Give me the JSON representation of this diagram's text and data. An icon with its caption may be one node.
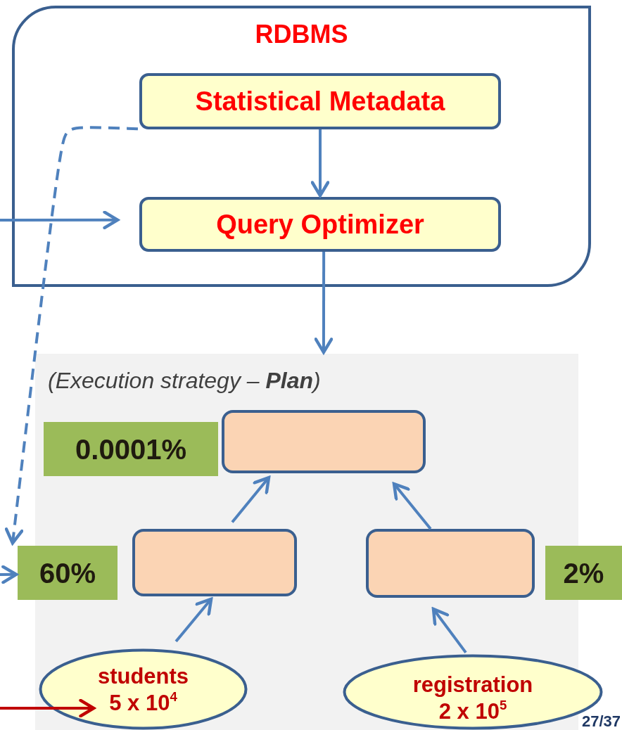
{
  "diagram": {
    "nodes": [
      {
        "text": [
          "RDBMS"
        ]
      },
      {
        "text": [
          "Statistical Metadata"
        ],
        "in": 0
      },
      {
        "text": [
          "Query Optimizer"
        ],
        "in": 0
      },
      {
        "text": [
          "(Execution strategy – **Plan**)"
        ]
      },
      {
        "text": [
          "0.0001%"
        ],
        "in": 3
      },
      {
        "text": [],
        "shape": "box",
        "in": 3
      },
      {
        "text": [
          "60%"
        ]
      },
      {
        "text": [],
        "shape": "box",
        "in": 3
      },
      {
        "text": [],
        "shape": "box",
        "in": 3
      },
      {
        "text": [
          "2%"
        ]
      },
      {
        "text": [
          "students",
          "5 x 10$^{4}$"
        ],
        "in": 3
      },
      {
        "text": [
          "registration",
          "2 x 10$^{5}$"
        ]
      }
    ],
    "edges": [
      {
        "from": null,
        "to": 2,
        "arrow": "to"
      },
      {
        "from": 1,
        "to": 2,
        "arrow": "to"
      },
      {
        "from": 2,
        "to": 3,
        "arrow": "to"
      },
      {
        "from": 1,
        "to": 6,
        "arrow": "to",
        "style": "dashed"
      },
      {
        "from": null,
        "to": 6,
        "arrow": "to"
      },
      {
        "from": 7,
        "to": 5,
        "arrow": "to"
      },
      {
        "from": 8,
        "to": 5,
        "arrow": "to"
      },
      {
        "from": 10,
        "to": 7,
        "arrow": "to"
      },
      {
        "from": 11,
        "to": 8,
        "arrow": "to"
      },
      {
        "from": null,
        "to": 10,
        "arrow": "to",
        "color": "#c00000"
      }
    ],
    "labels": [
      "27/37"
    ]
  }
}
